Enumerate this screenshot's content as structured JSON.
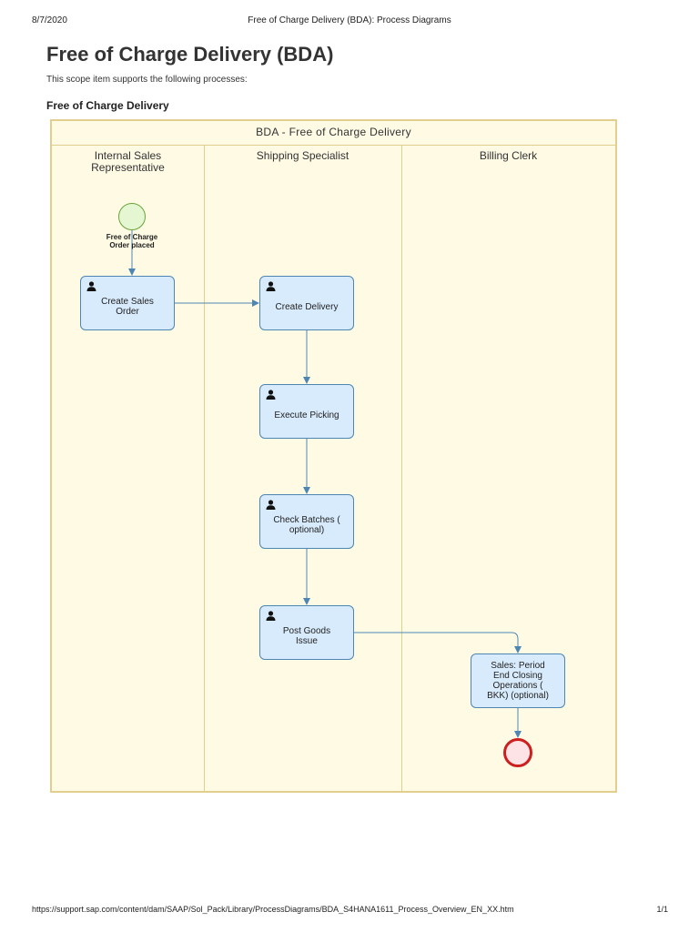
{
  "print_header": {
    "date": "8/7/2020",
    "title": "Free of Charge Delivery (BDA): Process Diagrams"
  },
  "page": {
    "title": "Free of Charge Delivery (BDA)",
    "intro": "This scope item supports the following processes:",
    "section_title": "Free of Charge Delivery"
  },
  "diagram": {
    "pool_title": "BDA - Free of Charge Delivery",
    "lanes": [
      {
        "label": "Internal Sales\nRepresentative"
      },
      {
        "label": "Shipping Specialist"
      },
      {
        "label": "Billing Clerk"
      }
    ],
    "start_event": {
      "label": "Free of Charge\nOrder placed"
    },
    "end_event": {
      "label": ""
    },
    "tasks": [
      {
        "label": "Create Sales\nOrder",
        "lane": "Internal Sales Representative",
        "icon": "user-icon"
      },
      {
        "label": "Create Delivery",
        "lane": "Shipping Specialist",
        "icon": "user-icon"
      },
      {
        "label": "Execute Picking",
        "lane": "Shipping Specialist",
        "icon": "user-icon"
      },
      {
        "label": "Check Batches (\noptional)",
        "lane": "Shipping Specialist",
        "icon": "user-icon"
      },
      {
        "label": "Post Goods\nIssue",
        "lane": "Shipping Specialist",
        "icon": "user-icon"
      },
      {
        "label": "Sales: Period\nEnd Closing\nOperations (\nBKK) (optional)",
        "lane": "Billing Clerk",
        "icon": ""
      }
    ],
    "flows": [
      {
        "from": "Free of Charge Order placed",
        "to": "Create Sales Order"
      },
      {
        "from": "Create Sales Order",
        "to": "Create Delivery"
      },
      {
        "from": "Create Delivery",
        "to": "Execute Picking"
      },
      {
        "from": "Execute Picking",
        "to": "Check Batches (optional)"
      },
      {
        "from": "Check Batches (optional)",
        "to": "Post Goods Issue"
      },
      {
        "from": "Post Goods Issue",
        "to": "Sales: Period End Closing Operations (BKK) (optional)"
      },
      {
        "from": "Sales: Period End Closing Operations (BKK) (optional)",
        "to": "end"
      }
    ],
    "colors": {
      "pool_fill": "#fefae4",
      "pool_border": "#e2cf8f",
      "task_fill": "#d8ebfc",
      "task_border": "#4d86b3",
      "flow_line": "#4d86b3",
      "start_fill": "#e4f7d2",
      "start_border": "#6aa33a",
      "end_fill": "#fde3e6",
      "end_border": "#cc1f1f"
    }
  },
  "print_footer": {
    "url": "https://support.sap.com/content/dam/SAAP/Sol_Pack/Library/ProcessDiagrams/BDA_S4HANA1611_Process_Overview_EN_XX.htm",
    "page": "1/1"
  }
}
